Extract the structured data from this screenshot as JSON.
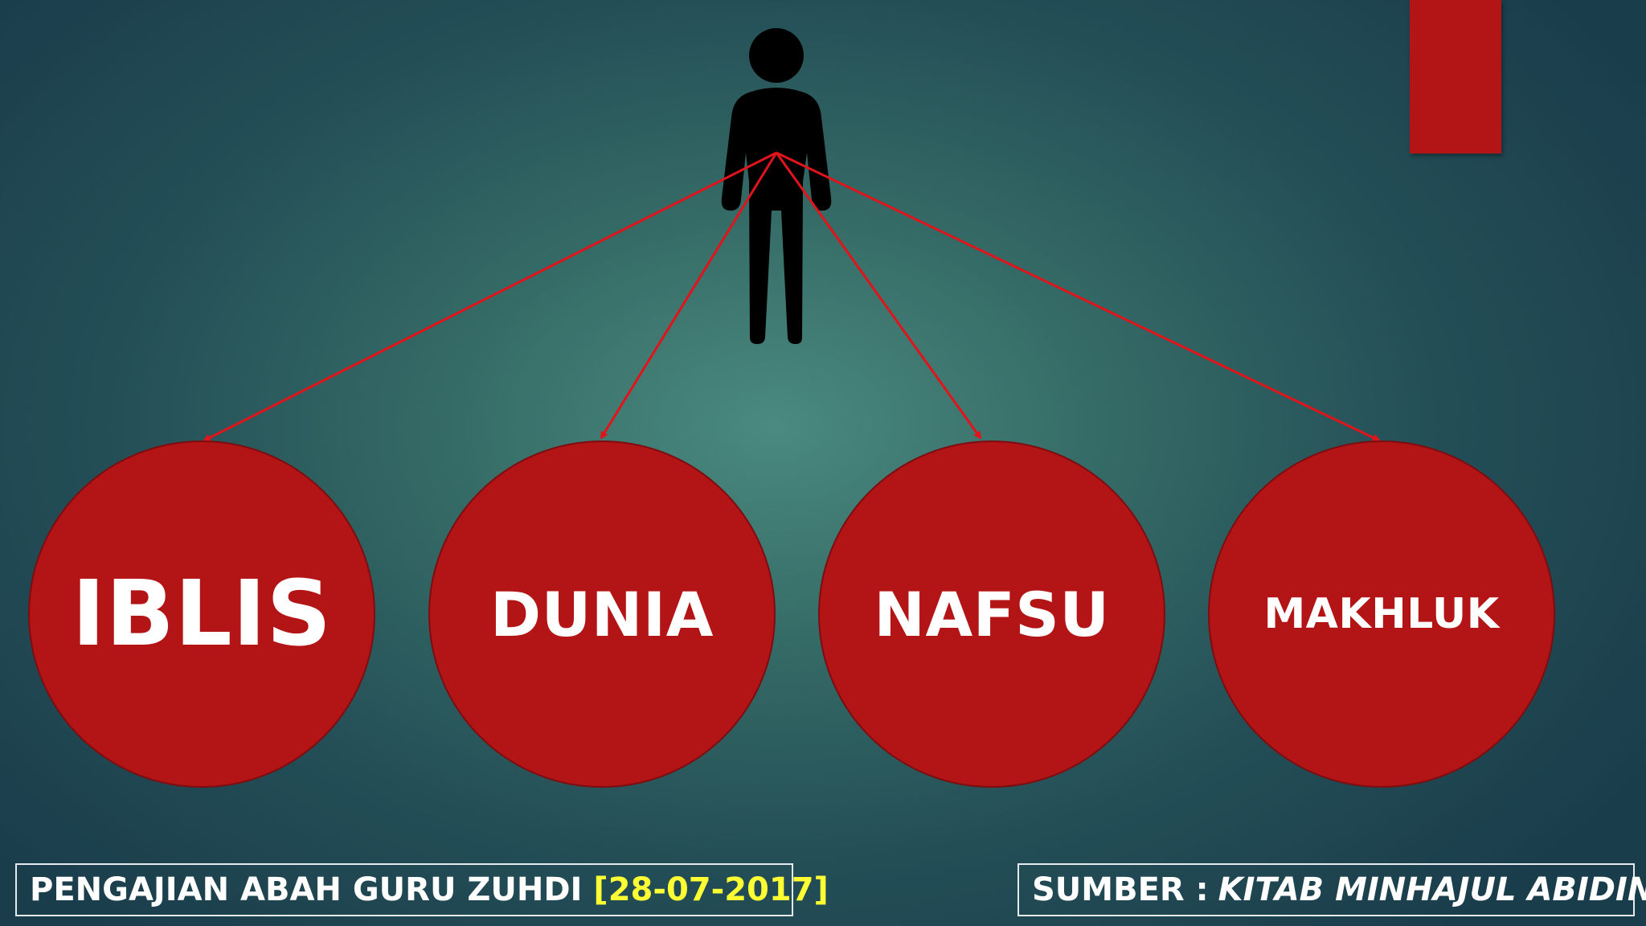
{
  "diagram": {
    "root_icon": "person-icon",
    "targets": [
      "IBLIS",
      "DUNIA",
      "NAFSU",
      "MAKHLUK"
    ]
  },
  "footer": {
    "left_text": "PENGAJIAN ABAH GURU ZUHDI",
    "left_date": "[28-07-2017]",
    "right_label": "SUMBER :",
    "right_source": "KITAB MINHAJUL ABIDIN"
  },
  "colors": {
    "accent_red": "#b31416",
    "date_yellow": "#ffff33",
    "figure_black": "#000000"
  }
}
